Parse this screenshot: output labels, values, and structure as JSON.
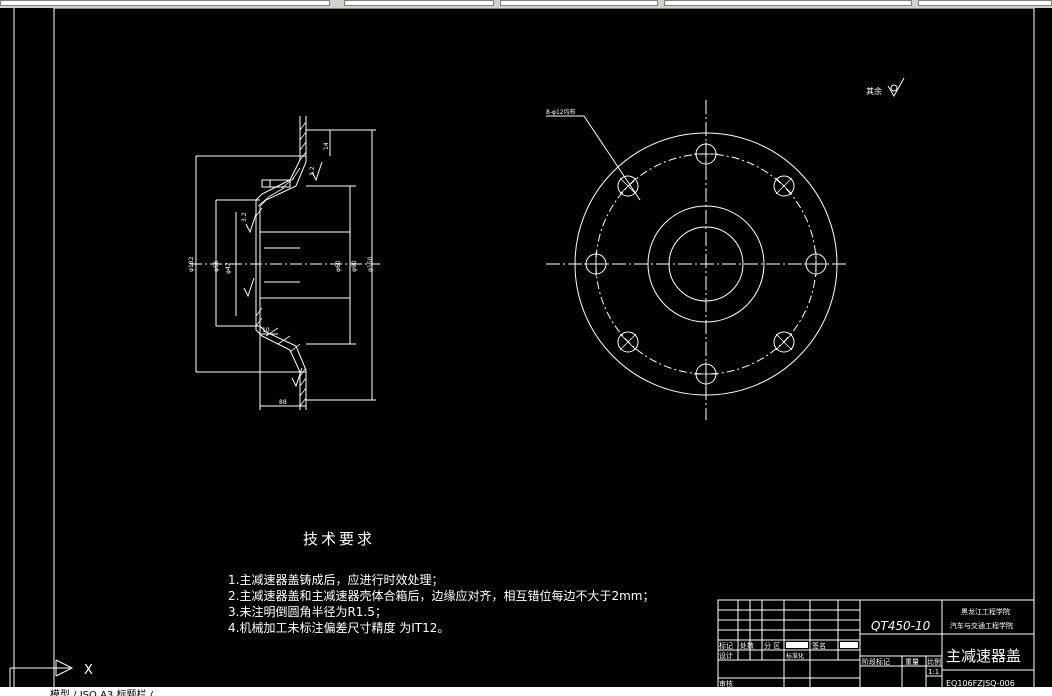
{
  "technical_requirements": {
    "title": "技术要求",
    "items": [
      "1.主减速器盖铸成后，应进行时效处理；",
      "2.主减速器盖和主减速器壳体合箱后，边缘应对齐，相互错位每边不大于2mm；",
      "3.未注明倒圆角半径为R1.5；",
      "4.机械加工未标注偏差尺寸精度  为IT12。"
    ]
  },
  "surface_finish_note": "其余",
  "hole_callout": "8-φ12均布",
  "dimensions": {
    "overall_height": "φ182",
    "outer_flange": "φ150",
    "bore_90": "φ90",
    "bore_60": "φ60",
    "bore_56": "φ56",
    "bore_42": "φ42",
    "thickness_14": "14",
    "length_88": "88",
    "length_10": "10",
    "roughness_a": "3.2",
    "roughness_b": "3.2"
  },
  "title_block": {
    "material": "QT450-10",
    "school": "黑龙江工程学院",
    "department": "汽车与交通工程学院",
    "part_name": "主减速器盖",
    "drawing_no": "EQ106FZJSQ-006",
    "scale": "1:1",
    "labels": {
      "row_a": "标记",
      "row_a2": "处数",
      "row_a3": "分 区",
      "row_a4": "签名",
      "design": "设计",
      "standardize": "标准化",
      "review": "审核",
      "stage": "阶段标记",
      "weight": "重量",
      "ratio": "比例"
    }
  },
  "ucs": {
    "x_label": "X"
  },
  "command_line": "模型 / ISO A3 标题栏 /"
}
